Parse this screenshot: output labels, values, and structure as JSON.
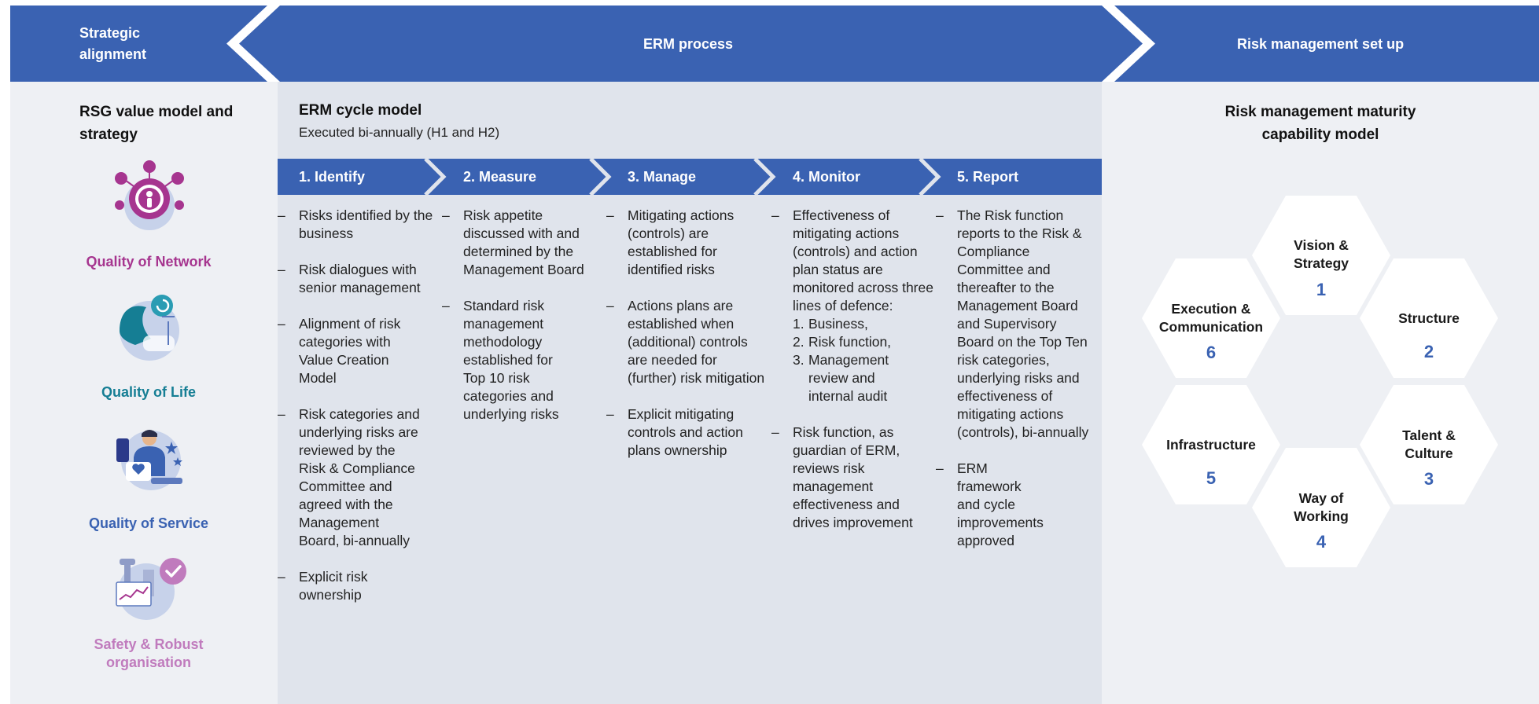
{
  "colors": {
    "banner_blue": "#3a62b2",
    "network_purple": "#a6358f",
    "life_teal": "#157e94",
    "service_blue": "#3a62b2",
    "safety_lilac": "#c07bbd",
    "number_blue": "#3a62b2"
  },
  "header": {
    "strategic_alignment": "Strategic alignment",
    "erm_process": "ERM process",
    "risk_setup": "Risk management set up"
  },
  "left": {
    "title": "RSG value model and strategy",
    "qualities": [
      {
        "label": "Quality of Network",
        "icon": "network-icon"
      },
      {
        "label": "Quality of Life",
        "icon": "environment-icon"
      },
      {
        "label": "Quality of Service",
        "icon": "service-staff-icon"
      },
      {
        "label": "Safety & Robust organisation",
        "icon": "safety-check-icon"
      }
    ]
  },
  "middle": {
    "title": "ERM cycle model",
    "subtitle": "Executed bi-annually (H1 and H2)",
    "steps": [
      {
        "label": "1. Identify",
        "items": [
          "Risks identified by the business",
          "Risk dialogues with senior management",
          "Alignment of risk categories with Value Creation Model",
          "Risk categories and underlying risks are reviewed by the Risk & Compliance Committee and agreed with the Management Board, bi-annually",
          "Explicit risk ownership"
        ]
      },
      {
        "label": "2. Measure",
        "items": [
          "Risk appetite discussed with and determined by the Management Board",
          "Standard risk management methodology established for Top 10 risk categories and underlying risks"
        ]
      },
      {
        "label": "3. Manage",
        "items": [
          "Mitigating actions (controls) are established for identified risks",
          "Actions plans are established when (additional) controls are needed for (further) risk mitigation",
          "Explicit mitigating controls and action plans ownership"
        ]
      },
      {
        "label": "4. Monitor",
        "items": [
          "Effectiveness of mitigating actions (controls) and action plan status are monitored across three lines of defence:",
          "Risk function, as guardian of ERM, reviews risk management effectiveness and drives improvement"
        ],
        "defence_lines": [
          "Business,",
          "Risk function,",
          "Management review and internal audit"
        ]
      },
      {
        "label": "5. Report",
        "items": [
          "The Risk function reports to the Risk & Compliance Committee and thereafter to the Management Board and Supervisory Board on the Top Ten risk categories, underlying risks and effectiveness of mitigating actions (controls), bi-annually",
          "ERM framework and cycle improvements approved"
        ]
      }
    ]
  },
  "right": {
    "title": "Risk management maturity capability model",
    "hexagons": [
      {
        "label": "Vision & Strategy",
        "number": "1"
      },
      {
        "label": "Structure",
        "number": "2"
      },
      {
        "label": "Talent & Culture",
        "number": "3"
      },
      {
        "label": "Way of Working",
        "number": "4"
      },
      {
        "label": "Infrastructure",
        "number": "5"
      },
      {
        "label": "Execution & Communication",
        "number": "6"
      }
    ]
  }
}
